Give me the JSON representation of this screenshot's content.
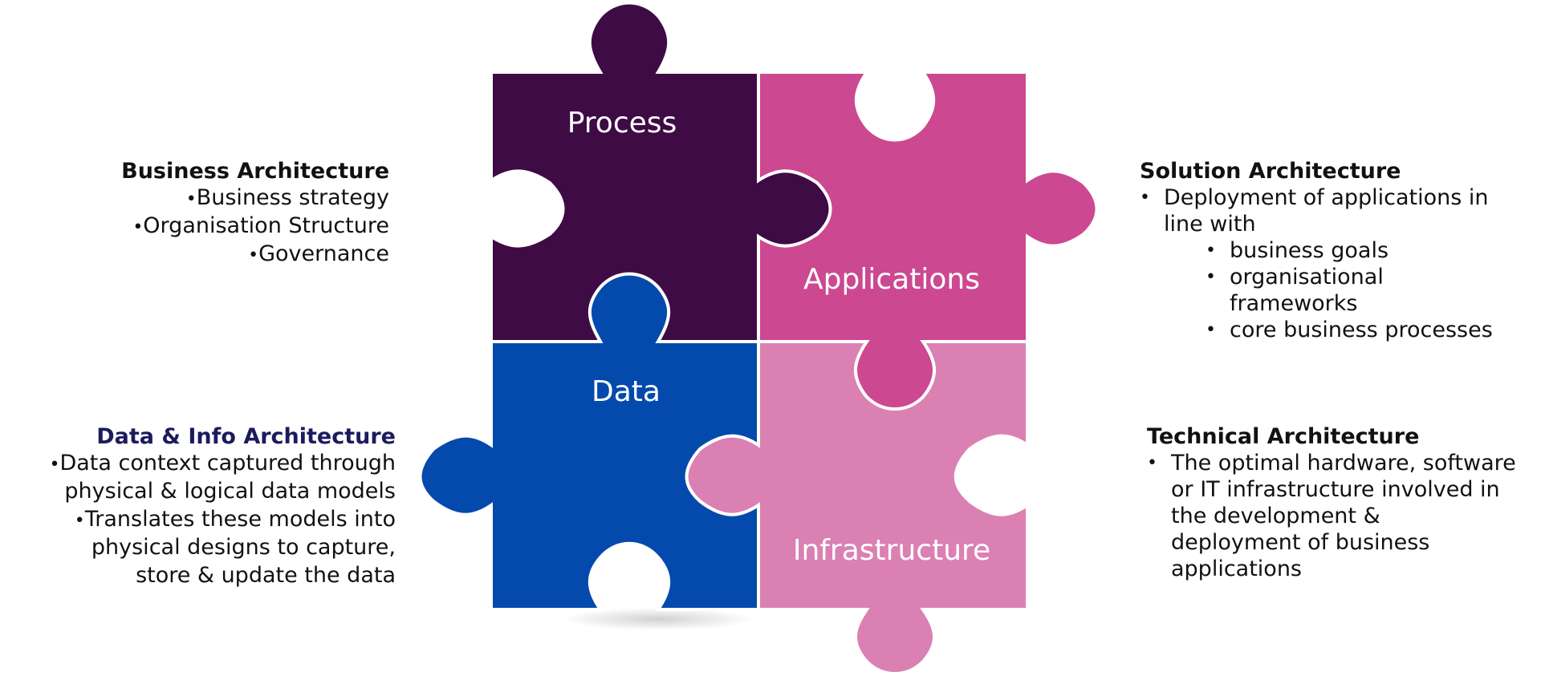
{
  "colors": {
    "process": "#3e0b45",
    "applications": "#cc4891",
    "data": "#034aac",
    "infrastructure": "#db80b3",
    "data_info_heading": "#1b1b5e"
  },
  "puzzle": {
    "process": "Process",
    "applications": "Applications",
    "data": "Data",
    "infrastructure": "Infrastructure"
  },
  "business": {
    "heading": "Business Architecture",
    "items": [
      "Business strategy",
      "Organisation Structure",
      "Governance"
    ]
  },
  "data_info": {
    "heading": "Data & Info Architecture",
    "lines": [
      "Data context captured through",
      "physical & logical data models",
      "Translates these models into",
      "physical designs to capture,",
      "store & update the data"
    ]
  },
  "solution": {
    "heading": "Solution Architecture",
    "lines": [
      "Deployment of applications in",
      "line with",
      "business goals",
      "organisational",
      "frameworks",
      "core business processes"
    ]
  },
  "technical": {
    "heading": "Technical Architecture",
    "lines": [
      "The optimal hardware, software",
      "or IT infrastructure involved in",
      "the development &",
      "deployment of business",
      "applications"
    ]
  }
}
